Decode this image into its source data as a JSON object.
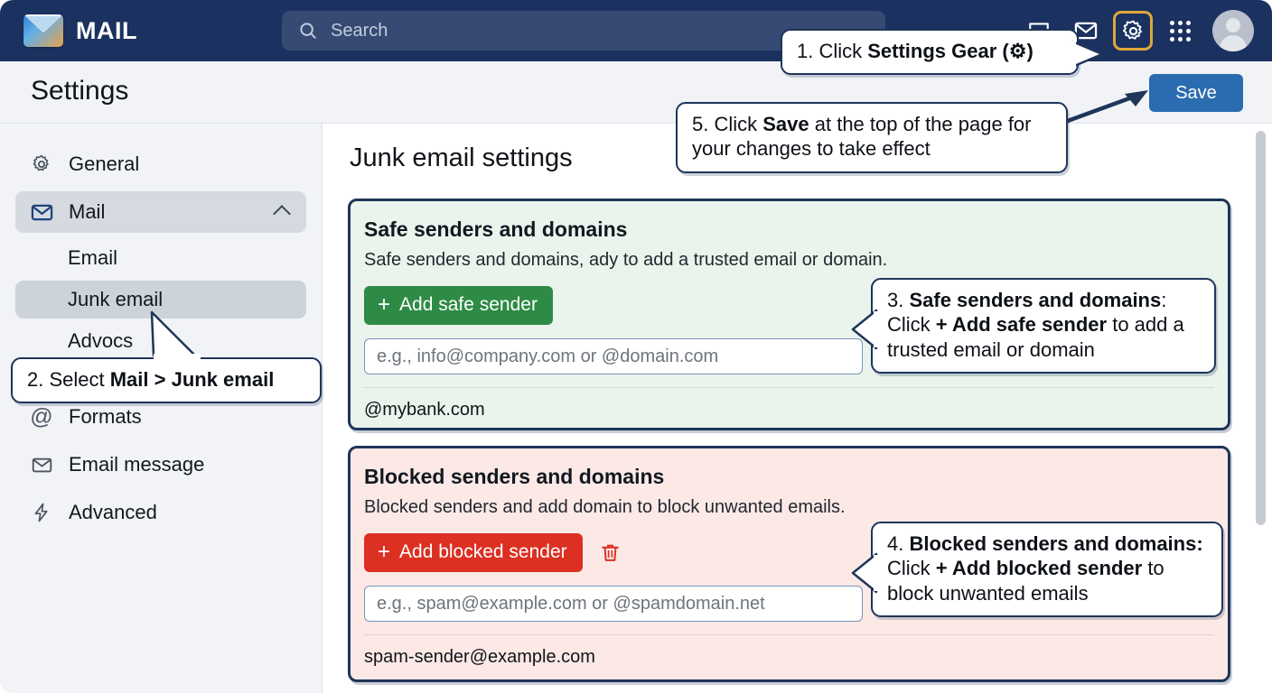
{
  "topbar": {
    "brand": "MAIL",
    "search_placeholder": "Search",
    "icons": [
      "chat-icon",
      "envelope-icon",
      "gear-icon",
      "apps-grid-icon",
      "avatar-icon"
    ]
  },
  "header": {
    "title": "Settings",
    "save_label": "Save"
  },
  "sidebar": {
    "items": [
      {
        "label": "General",
        "icon": "gear-icon",
        "active": false
      },
      {
        "label": "Mail",
        "icon": "envelope-icon",
        "active": true,
        "expanded": true
      },
      {
        "label": "Email",
        "sub": true,
        "active": false
      },
      {
        "label": "Junk email",
        "sub": true,
        "active": true
      },
      {
        "label": "Advocs",
        "sub": true,
        "active": false
      },
      {
        "label": "Formats",
        "icon": "at-icon",
        "active": false
      },
      {
        "label": "Email message",
        "icon": "envelope-icon",
        "active": false
      },
      {
        "label": "Advanced",
        "icon": "lightning-icon",
        "active": false
      }
    ]
  },
  "main": {
    "page_title": "Junk email settings",
    "safe": {
      "heading": "Safe senders and domains",
      "description": "Safe senders and domains, ady to add a trusted email or domain.",
      "button_label": "Add safe sender",
      "button_plus": "+",
      "input_placeholder": "e.g., info@company.com or @domain.com",
      "entries": [
        "@mybank.com"
      ]
    },
    "blocked": {
      "heading": "Blocked senders and domains",
      "description": "Blocked senders and add domain to block unwanted emails.",
      "button_label": "Add blocked sender",
      "button_plus": "+",
      "delete_icon": "trash-icon",
      "input_placeholder": "e.g., spam@example.com or @spamdomain.net",
      "entries": [
        "spam-sender@example.com"
      ]
    }
  },
  "callouts": {
    "step1": {
      "num": "1. ",
      "pre": "Click ",
      "bold": "Settings Gear (⚙)",
      "post": ""
    },
    "step2": {
      "num": "2. ",
      "pre": "Select ",
      "bold": "Mail > Junk email",
      "post": ""
    },
    "step3": {
      "num": "3. ",
      "bold1": "Safe senders and domains",
      "mid": ": Click ",
      "bold2": "+ Add safe sender",
      "post": " to add a trusted email or domain"
    },
    "step4": {
      "num": "4. ",
      "bold1": "Blocked senders and domains:",
      "mid": " Click ",
      "bold2": "+ Add blocked sender",
      "post": " to block unwanted emails"
    },
    "step5": {
      "num": "5. ",
      "pre": "Click ",
      "bold": "Save",
      "post": " at the top of the page for your changes to take effect"
    }
  },
  "colors": {
    "topbar": "#1b3260",
    "accent_save": "#2b6cb0",
    "safe_green": "#2e8b45",
    "blocked_red": "#dc3023",
    "highlight_gold": "#e0a83c",
    "callout_border": "#1f3559"
  }
}
